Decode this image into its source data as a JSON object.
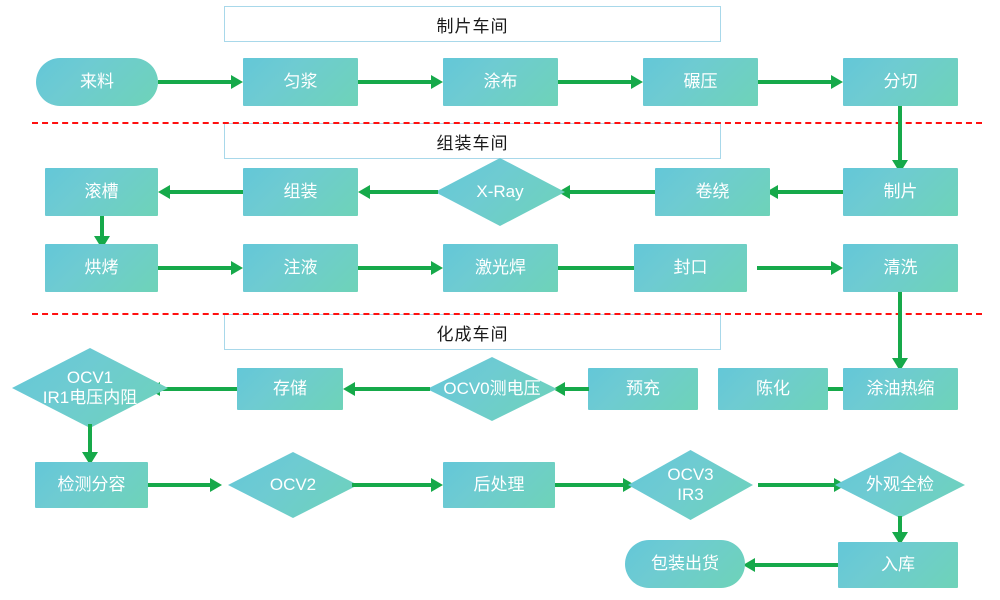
{
  "diagram": {
    "title_present": false,
    "accent_box_color": "#6ecbd2",
    "accent_box_color_2": "#6ed3b8",
    "connector_color": "#16a94a",
    "divider_color": "#ff1010",
    "banner_border_color": "#a8d8ea",
    "node_text_color": "#ffffff"
  },
  "sections": [
    {
      "name": "section-banner-1",
      "label": "制片车间"
    },
    {
      "name": "section-banner-2",
      "label": "组装车间"
    },
    {
      "name": "section-banner-3",
      "label": "化成车间"
    }
  ],
  "nodes": {
    "n_lailiao": {
      "label": "来料",
      "shape": "round"
    },
    "n_yunjiang": {
      "label": "匀浆",
      "shape": "rect"
    },
    "n_tubu": {
      "label": "涂布",
      "shape": "rect"
    },
    "n_nianya": {
      "label": "碾压",
      "shape": "rect"
    },
    "n_fenqie": {
      "label": "分切",
      "shape": "rect"
    },
    "n_zhipian": {
      "label": "制片",
      "shape": "rect"
    },
    "n_juanrao": {
      "label": "卷绕",
      "shape": "rect"
    },
    "n_xray": {
      "label": "X-Ray",
      "shape": "diamond"
    },
    "n_zuzhuang": {
      "label": "组装",
      "shape": "rect"
    },
    "n_guncao": {
      "label": "滚槽",
      "shape": "rect"
    },
    "n_hongkao": {
      "label": "烘烤",
      "shape": "rect"
    },
    "n_zhuye": {
      "label": "注液",
      "shape": "rect"
    },
    "n_jiguanghan": {
      "label": "激光焊",
      "shape": "rect"
    },
    "n_fengkou": {
      "label": "封口",
      "shape": "rect"
    },
    "n_qingxi": {
      "label": "清洗",
      "shape": "rect"
    },
    "n_tuyou": {
      "label": "涂油热缩",
      "shape": "rect"
    },
    "n_chenhua": {
      "label": "陈化",
      "shape": "rect"
    },
    "n_yuchong": {
      "label": "预充",
      "shape": "rect"
    },
    "n_ocv0": {
      "label": "OCV0测电压",
      "shape": "diamond"
    },
    "n_cunchu": {
      "label": "存储",
      "shape": "rect"
    },
    "n_ocv1": {
      "label": "OCV1\nIR1电压内阻",
      "shape": "diamond"
    },
    "n_jiance": {
      "label": "检测分容",
      "shape": "rect"
    },
    "n_ocv2": {
      "label": "OCV2",
      "shape": "diamond"
    },
    "n_houchuli": {
      "label": "后处理",
      "shape": "rect"
    },
    "n_ocv3": {
      "label": "OCV3\nIR3",
      "shape": "diamond"
    },
    "n_waiguan": {
      "label": "外观全检",
      "shape": "diamond"
    },
    "n_ruku": {
      "label": "入库",
      "shape": "rect"
    },
    "n_baozhuang": {
      "label": "包装出货",
      "shape": "round"
    }
  },
  "flow_order": [
    "来料",
    "匀浆",
    "涂布",
    "碾压",
    "分切",
    "制片",
    "卷绕",
    "X-Ray",
    "组装",
    "滚槽",
    "烘烤",
    "注液",
    "激光焊",
    "封口",
    "清洗",
    "涂油热缩",
    "陈化",
    "预充",
    "OCV0测电压",
    "存储",
    "OCV1 IR1电压内阻",
    "检测分容",
    "OCV2",
    "后处理",
    "OCV3 IR3",
    "外观全检",
    "入库",
    "包装出货"
  ]
}
